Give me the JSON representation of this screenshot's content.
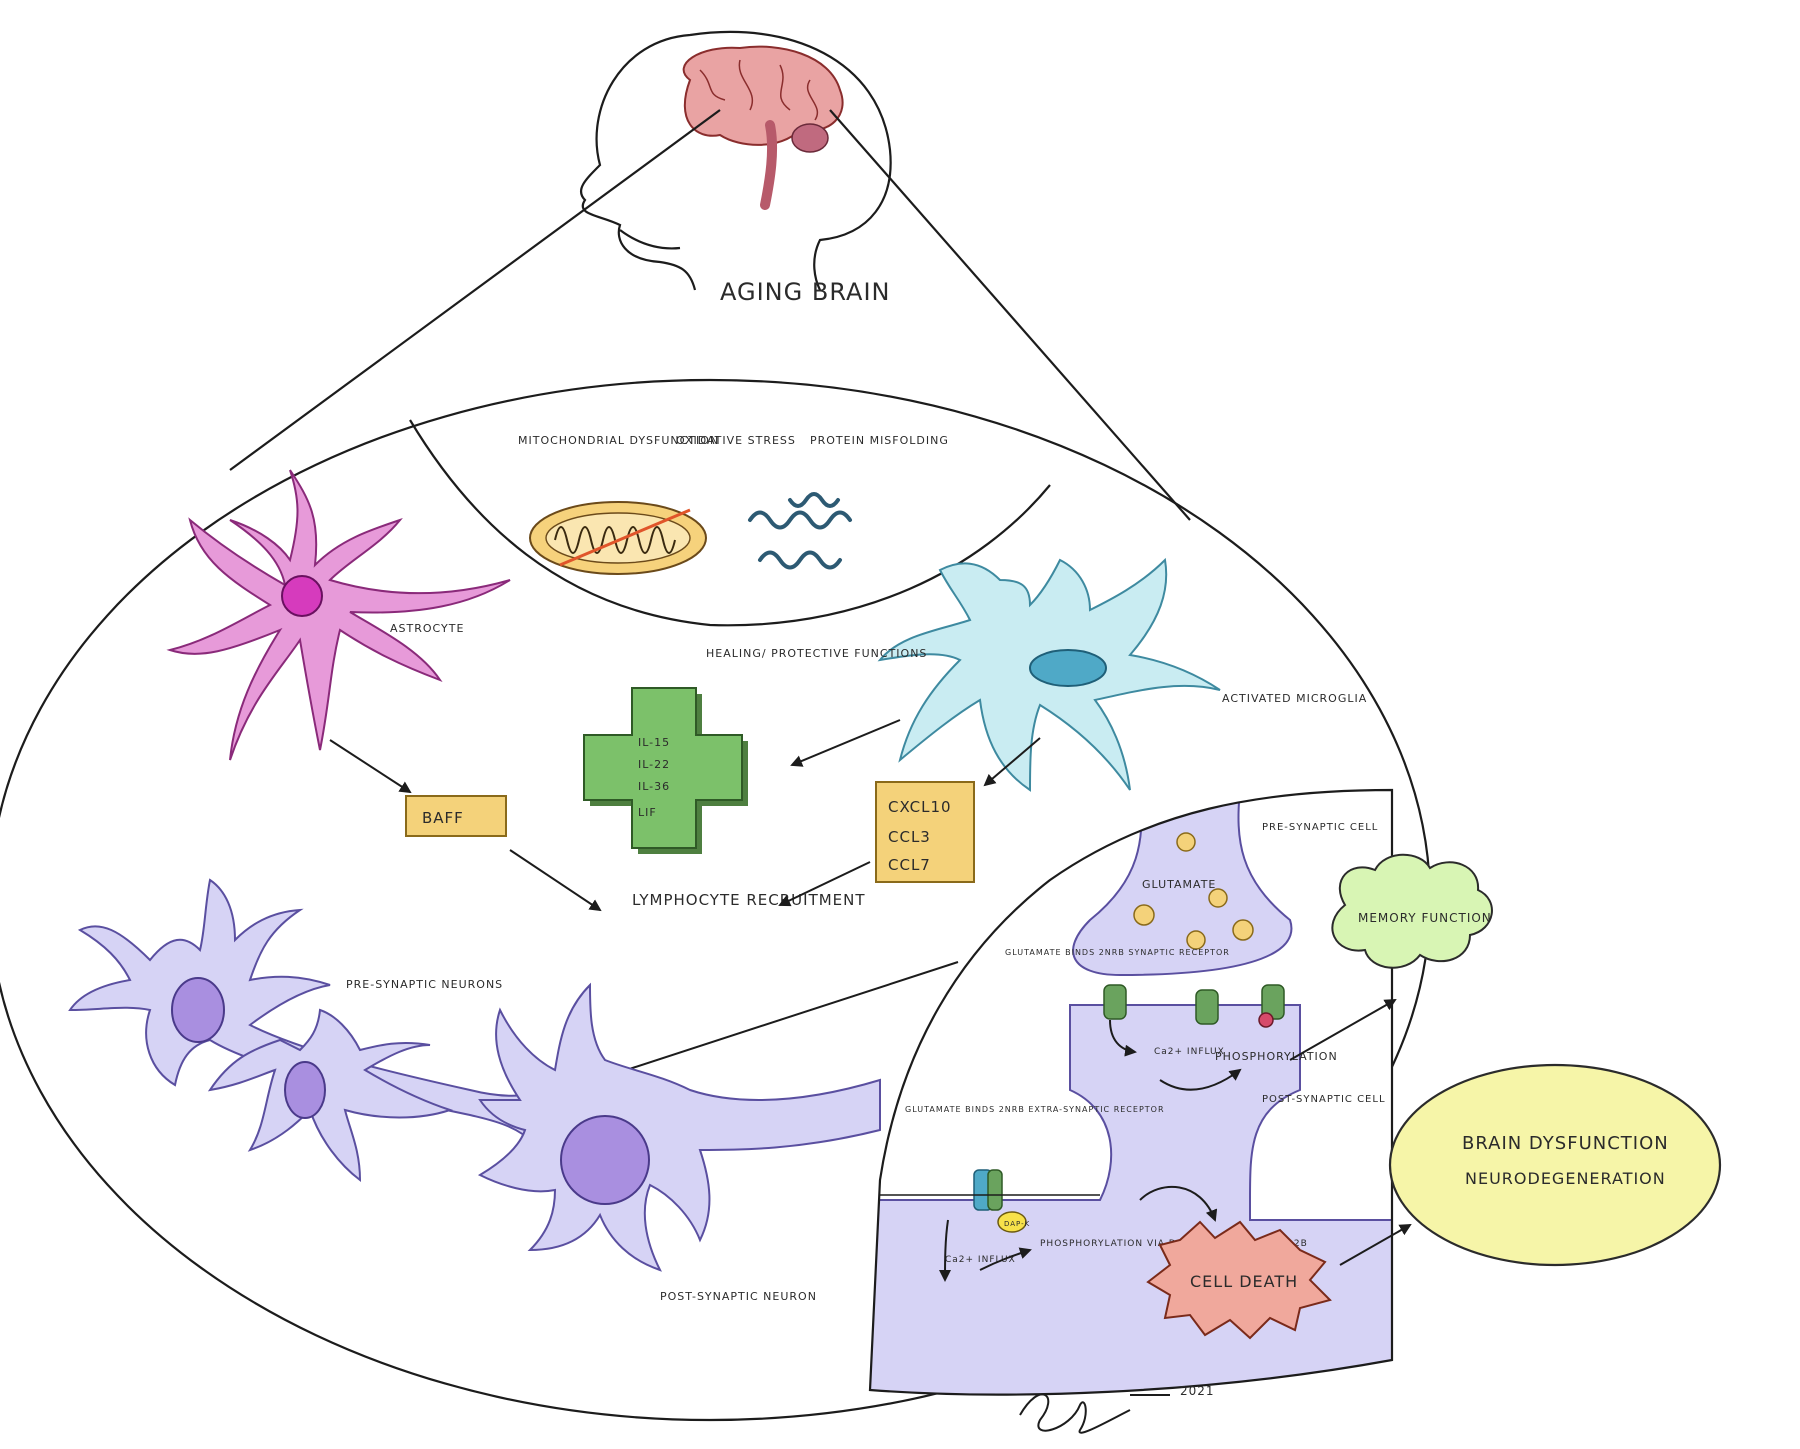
{
  "title": "AGING BRAIN",
  "stressors": [
    "MITOCHONDRIAL DYSFUNCTION",
    "OXIDATIVE STRESS",
    "PROTEIN MISFOLDING"
  ],
  "cells": {
    "astrocyte": "ASTROCYTE",
    "microglia": "ACTIVATED MICROGLIA",
    "pre_synaptic_neurons": "PRE-SYNAPTIC NEURONS",
    "post_synaptic_neuron": "POST-SYNAPTIC NEURON"
  },
  "healing_label": "HEALING/ PROTECTIVE FUNCTIONS",
  "healing_factors": [
    "IL-15",
    "IL-22",
    "IL-36",
    "LIF"
  ],
  "baff_label": "BAFF",
  "chemokines": [
    "CXCL10",
    "CCL3",
    "CCL7"
  ],
  "lymphocyte_recruitment": "LYMPHOCYTE RECRUITMENT",
  "synapse": {
    "pre_synaptic_cell": "PRE-SYNAPTIC CELL",
    "glutamate": "GLUTAMATE",
    "glutamate_synaptic": "GLUTAMATE BINDS 2NRB SYNAPTIC RECEPTOR",
    "ca_influx_1": "Ca2+ INFLUX",
    "phosphorylation_1": "PHOSPHORYLATION",
    "post_synaptic_cell": "POST-SYNAPTIC CELL",
    "glutamate_extrasynaptic": "GLUTAMATE BINDS 2NRB EXTRA-SYNAPTIC RECEPTOR",
    "ca_influx_2": "Ca2+ INFLUX",
    "phosphorylation_2": "PHOSPHORYLATION VIA DAP-K AT S1303 ON NR2B",
    "dapk": "DAP-K"
  },
  "memory_function": "MEMORY FUNCTION",
  "cell_death": "CELL DEATH",
  "outcome": [
    "BRAIN DYSFUNCTION",
    "NEURODEGENERATION"
  ],
  "signature_year": "2021",
  "colors": {
    "astrocyte": "#e79ad9",
    "microglia": "#c9ecf2",
    "neuron": "#d6d3f5",
    "nucleus": "#a98fe0",
    "healing_cross": "#7cc16a",
    "factor_box": "#f4d27a",
    "memory_cloud": "#d8f5b4",
    "cell_death": "#f0a89c",
    "outcome_ellipse": "#f6f5a8"
  }
}
